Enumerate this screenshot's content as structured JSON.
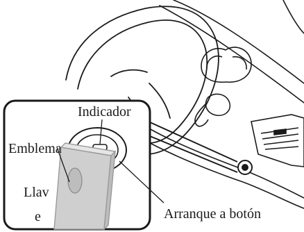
{
  "labels": {
    "indicator": "Indicador",
    "emblem": "Emblema",
    "key_line1": "Llav",
    "key_line2": "e",
    "push_start": "Arranque a botón"
  },
  "colors": {
    "line": "#1a1a1a",
    "key_fill": "#cfcfcf",
    "key_edge": "#9a9a9a",
    "background": "#ffffff"
  }
}
